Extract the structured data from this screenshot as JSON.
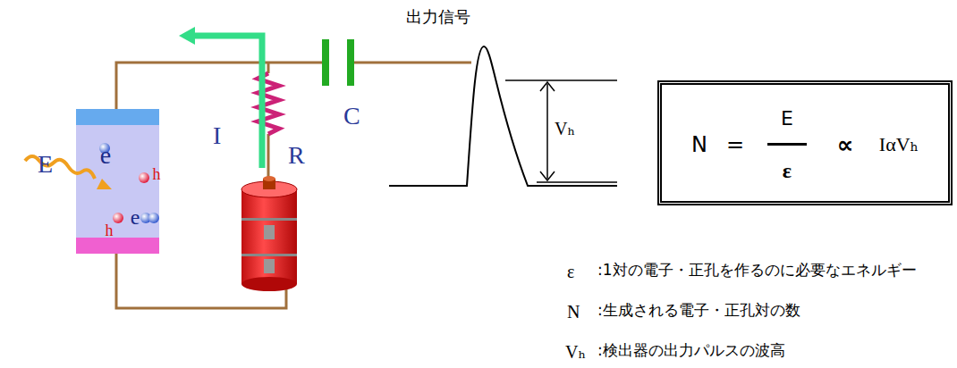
{
  "diagram": {
    "nodes": [
      {
        "text": [
          "e",
          "h",
          "h",
          "e"
        ]
      },
      {
        "text": [
          "N",
          "=",
          "E",
          "ε",
          "∝",
          "IαVₕ"
        ]
      }
    ],
    "labels": [
      "出力信号",
      "E",
      "I",
      "R",
      "C",
      "Vₕ",
      "ε",
      ":1対の電子・正孔を作るのに必要なエネルギー",
      "N",
      ":生成される電子・正孔対の数",
      "Vₕ",
      ":検出器の出力パルスの波高"
    ]
  }
}
